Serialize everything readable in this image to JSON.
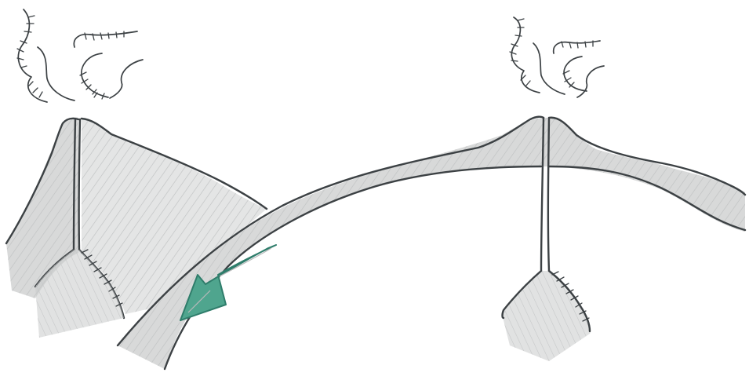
{
  "figure": {
    "labels": [],
    "colors": {
      "ink": "#3c4144",
      "shading": "#d8d9d9",
      "arrow_fill": "#4fa58e",
      "arrow_edge": "#2f7d6b"
    },
    "icons": [
      "volcano-left",
      "volcano-right",
      "smoke-plume",
      "magma-dike",
      "plate-slab",
      "downward-arrow"
    ]
  }
}
